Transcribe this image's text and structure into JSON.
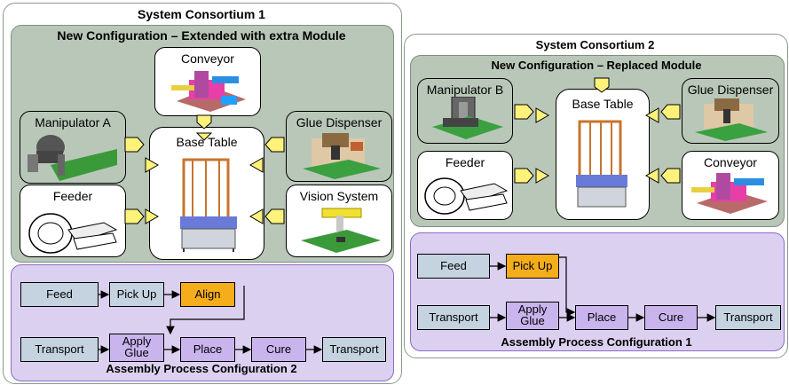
{
  "consortium1": {
    "title": "System Consortium 1",
    "config_title": "New Configuration – Extended with extra Module",
    "modules": {
      "conveyor": "Conveyor",
      "manipulator": "Manipulator A",
      "glue": "Glue Dispenser",
      "base": "Base Table",
      "feeder": "Feeder",
      "vision": "Vision System"
    },
    "process_title": "Assembly Process Configuration 2",
    "steps": {
      "feed": "Feed",
      "pickup": "Pick Up",
      "align": "Align",
      "transport1": "Transport",
      "apply_glue": "Apply Glue",
      "place": "Place",
      "cure": "Cure",
      "transport2": "Transport"
    }
  },
  "consortium2": {
    "title": "System Consortium 2",
    "config_title": "New Configuration – Replaced Module",
    "modules": {
      "manipulator": "Manipulator B",
      "base": "Base Table",
      "glue": "Glue Dispenser",
      "feeder": "Feeder",
      "conveyor": "Conveyor"
    },
    "process_title": "Assembly Process Configuration 1",
    "steps": {
      "feed": "Feed",
      "pickup": "Pick Up",
      "transport1": "Transport",
      "apply_glue": "Apply Glue",
      "place": "Place",
      "cure": "Cure",
      "transport2": "Transport"
    }
  },
  "colors": {
    "config_bg": "#b9c7b9",
    "process_bg": "#dcd0f0",
    "step_blue": "#c5d3e0",
    "step_purple": "#c9b4ee",
    "step_orange": "#f6ad1c",
    "connector_yellow": "#fff27a"
  }
}
